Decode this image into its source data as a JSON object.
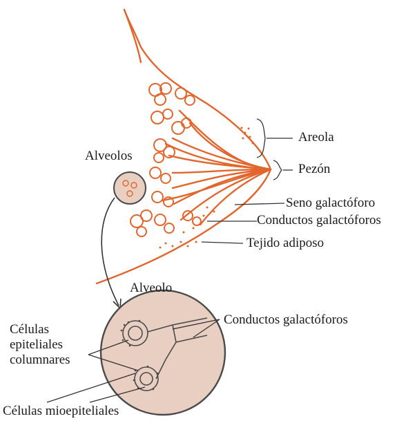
{
  "diagram": {
    "labels": {
      "areola": "Areola",
      "pezon": "Pezón",
      "alveolos": "Alveolos",
      "seno": "Seno galactóforo",
      "conductos_top": "Conductos galactóforos",
      "tejido": "Tejido adiposo",
      "alveolo": "Alveolo",
      "conductos_bottom": "Conductos galactóforos",
      "celulas_1": "Células",
      "celulas_2": "epiteliales",
      "celulas_3": "columnares",
      "mioepiteliales": "Células mioepiteliales"
    },
    "colors": {
      "tissue": "#e2652c",
      "inset_fill": "#e9cfc2",
      "inset_stroke": "#4a4a4a",
      "leader": "#333333"
    }
  }
}
